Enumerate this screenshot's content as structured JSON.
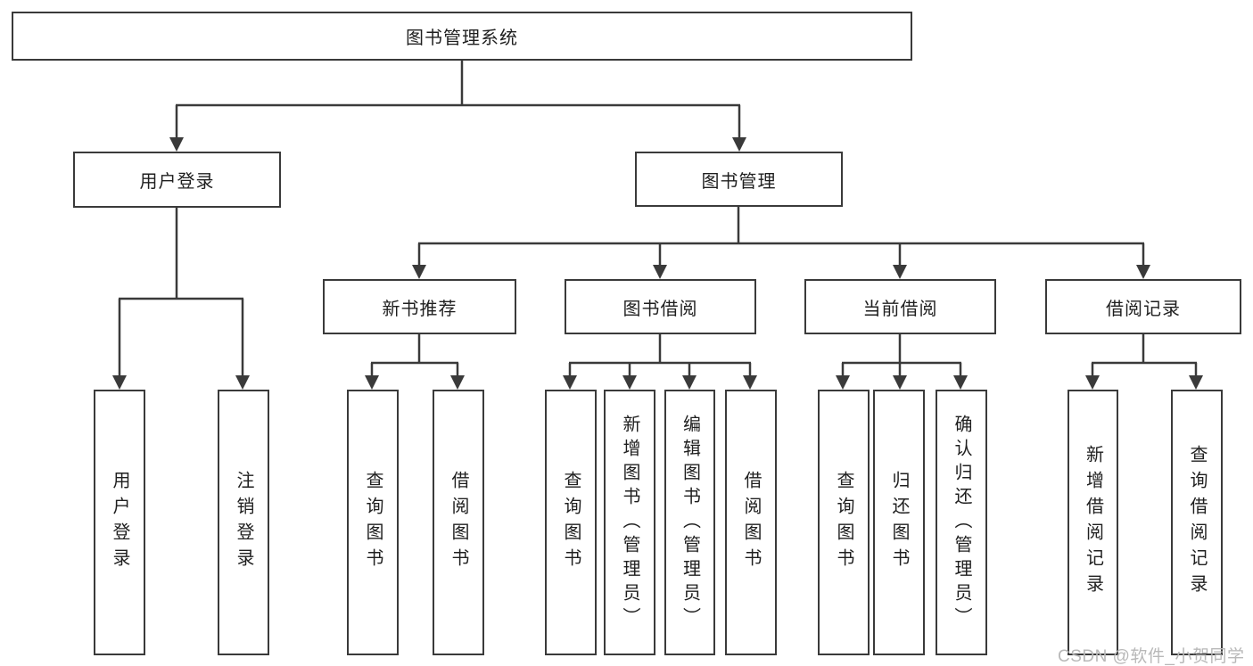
{
  "tree": {
    "root": {
      "label": "图书管理系统"
    },
    "branches": [
      {
        "label": "用户登录",
        "leaves": [
          {
            "label": "用户登录"
          },
          {
            "label": "注销登录"
          }
        ]
      },
      {
        "label": "图书管理",
        "groups": [
          {
            "label": "新书推荐",
            "leaves": [
              {
                "label": "查询图书"
              },
              {
                "label": "借阅图书"
              }
            ]
          },
          {
            "label": "图书借阅",
            "leaves": [
              {
                "label": "查询图书"
              },
              {
                "label": "新增图书（管理员）"
              },
              {
                "label": "编辑图书（管理员）"
              },
              {
                "label": "借阅图书"
              }
            ]
          },
          {
            "label": "当前借阅",
            "leaves": [
              {
                "label": "查询图书"
              },
              {
                "label": "归还图书"
              },
              {
                "label": "确认归还（管理员）"
              }
            ]
          },
          {
            "label": "借阅记录",
            "leaves": [
              {
                "label": "新增借阅记录"
              },
              {
                "label": "查询借阅记录"
              }
            ]
          }
        ]
      }
    ]
  },
  "watermark": {
    "text": "CSDN @软件_小贺同学"
  },
  "colors": {
    "line": "#3a3a3a",
    "box_border": "#3a3a3a",
    "text": "#1f1f1f",
    "watermark": "#b8b8b8",
    "background": "#ffffff"
  }
}
